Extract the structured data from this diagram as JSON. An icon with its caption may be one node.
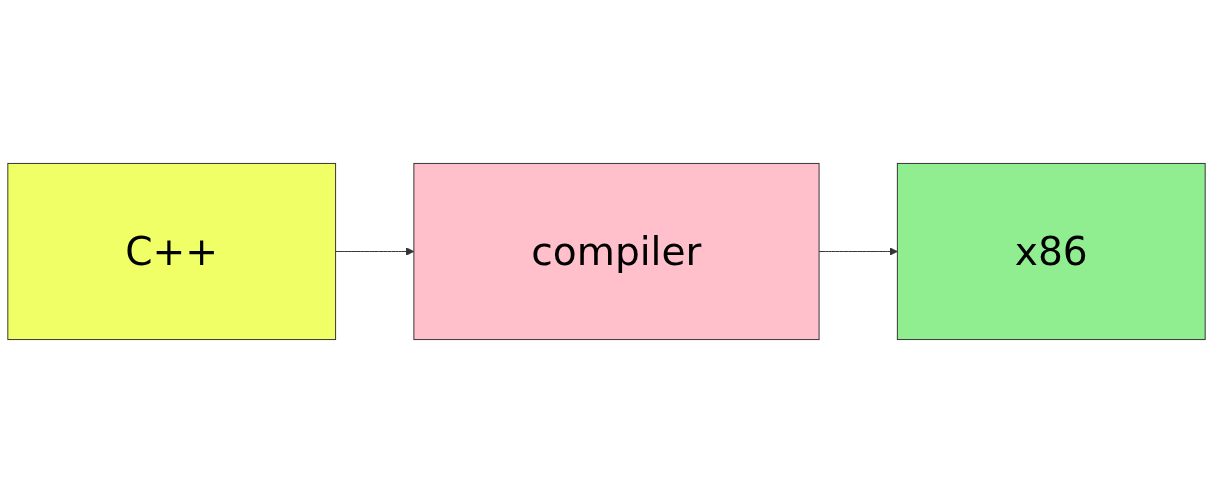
{
  "diagram": {
    "nodes": [
      {
        "text": [
          "C++"
        ]
      },
      {
        "text": [
          "compiler"
        ]
      },
      {
        "text": [
          "x86"
        ]
      }
    ],
    "edges": [
      {
        "from": 0,
        "to": 1,
        "arrow": "to"
      },
      {
        "from": 1,
        "to": 2,
        "arrow": "to"
      }
    ]
  }
}
